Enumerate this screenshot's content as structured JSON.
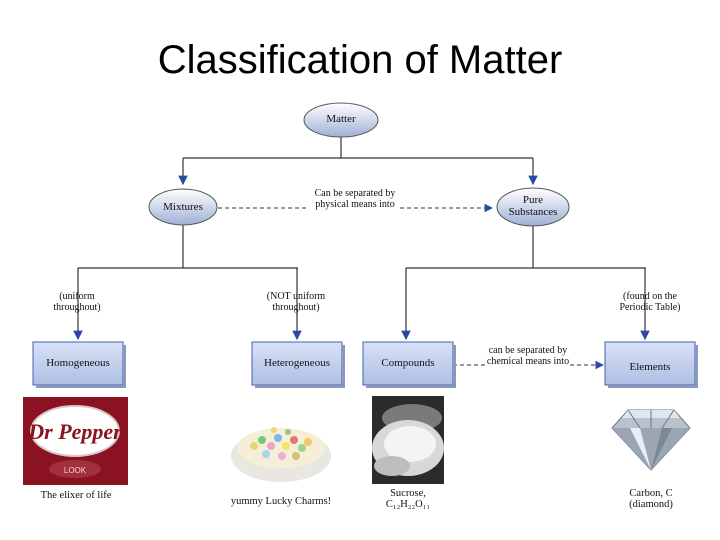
{
  "title": "Classification of Matter",
  "nodes": {
    "matter": "Matter",
    "mixtures": "Mixtures",
    "pure_substances": "Pure Substances",
    "homogeneous": "Homogeneous",
    "heterogeneous": "Heterogeneous",
    "compounds": "Compounds",
    "elements": "Elements"
  },
  "notes": {
    "physical": "Can be separated by physical means into",
    "chemical": "can be separated by chemical means into",
    "uniform": "(uniform throughout)",
    "not_uniform": "(NOT uniform throughout)",
    "periodic": "(found on the Periodic Table)"
  },
  "images": {
    "drpepper_logo": "Dr Pepper",
    "drpepper_small": "LOOK"
  },
  "captions": {
    "drpepper": "The elixer of life",
    "charms": "yummy Lucky Charms!",
    "sucrose": "Sucrose, C₁₂H₂₂O₁₁",
    "diamond": "Carbon, C (diamond)"
  }
}
